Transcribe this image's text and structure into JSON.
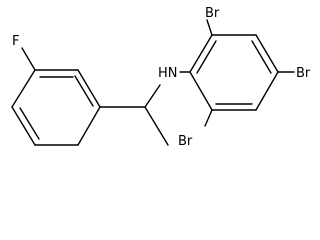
{
  "diagram": {
    "type": "chemical-structure",
    "atom_labels": {
      "fluorine": "F",
      "amine": "HN",
      "bromine_top": "Br",
      "bromine_right": "Br",
      "bromine_bottom": "Br"
    },
    "colors": {
      "stroke": "#000000",
      "background": "#ffffff"
    }
  }
}
